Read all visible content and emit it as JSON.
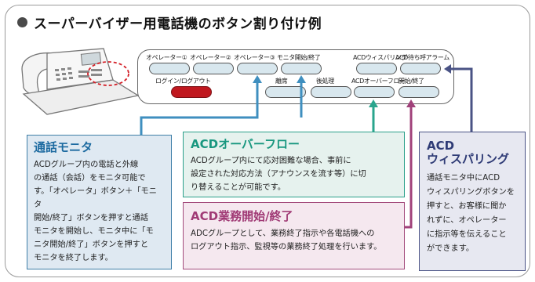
{
  "title": "スーパーバイザー用電話機のボタン割り付け例",
  "buttons_top": [
    "オペレーター①",
    "オペレーター②",
    "オペレーター③",
    "モニタ開始/終了",
    "ACDウィスパリング",
    "ACD待ち呼アラーム"
  ],
  "buttons_bottom": [
    "ログイン/ログアウト",
    "離席",
    "後処理",
    "ACDオーバーフロー",
    "開始/終了"
  ],
  "cards": {
    "monitor": {
      "title": "通話モニタ",
      "body": [
        "ACDグループ内の電話と外線",
        "の通話（会話）をモニタ可能で",
        "す。「オペレータ」ボタン＋「モニタ",
        "開始/終了」ボタンを押すと通話",
        "モニタを開始し、モニタ中に「モ",
        "ニタ開始/終了」ボタンを押すと",
        "モニタを終了します。"
      ]
    },
    "overflow": {
      "title": "ACDオーバーフロー",
      "body": [
        "ACDグループ内にて応対困難な場合、事前に",
        "設定された対応方法（アナウンスを流す等）に切",
        "り替えることが可能です。"
      ]
    },
    "business": {
      "title": "ACD業務開始/終了",
      "body": [
        "ADCグループとして、業務終了指示や各電話機への",
        "ログアウト指示、監視等の業務終了処理を行います。"
      ]
    },
    "whisper": {
      "title_line1": "ACD",
      "title_line2": "ウィスパリング",
      "body": [
        "通話モニタ中にACD",
        "ウィスパリングボタンを",
        "押すと、お客様に聞か",
        "れずに、オペレーター",
        "に指示等を伝えること",
        "ができます。"
      ]
    }
  },
  "colors": {
    "monitor": "#3f8fbf",
    "overflow": "#2aa58d",
    "business": "#a0417a",
    "whisper": "#4a5385",
    "button_fill": "#d8e7ee",
    "button_red": "#c0181f"
  }
}
